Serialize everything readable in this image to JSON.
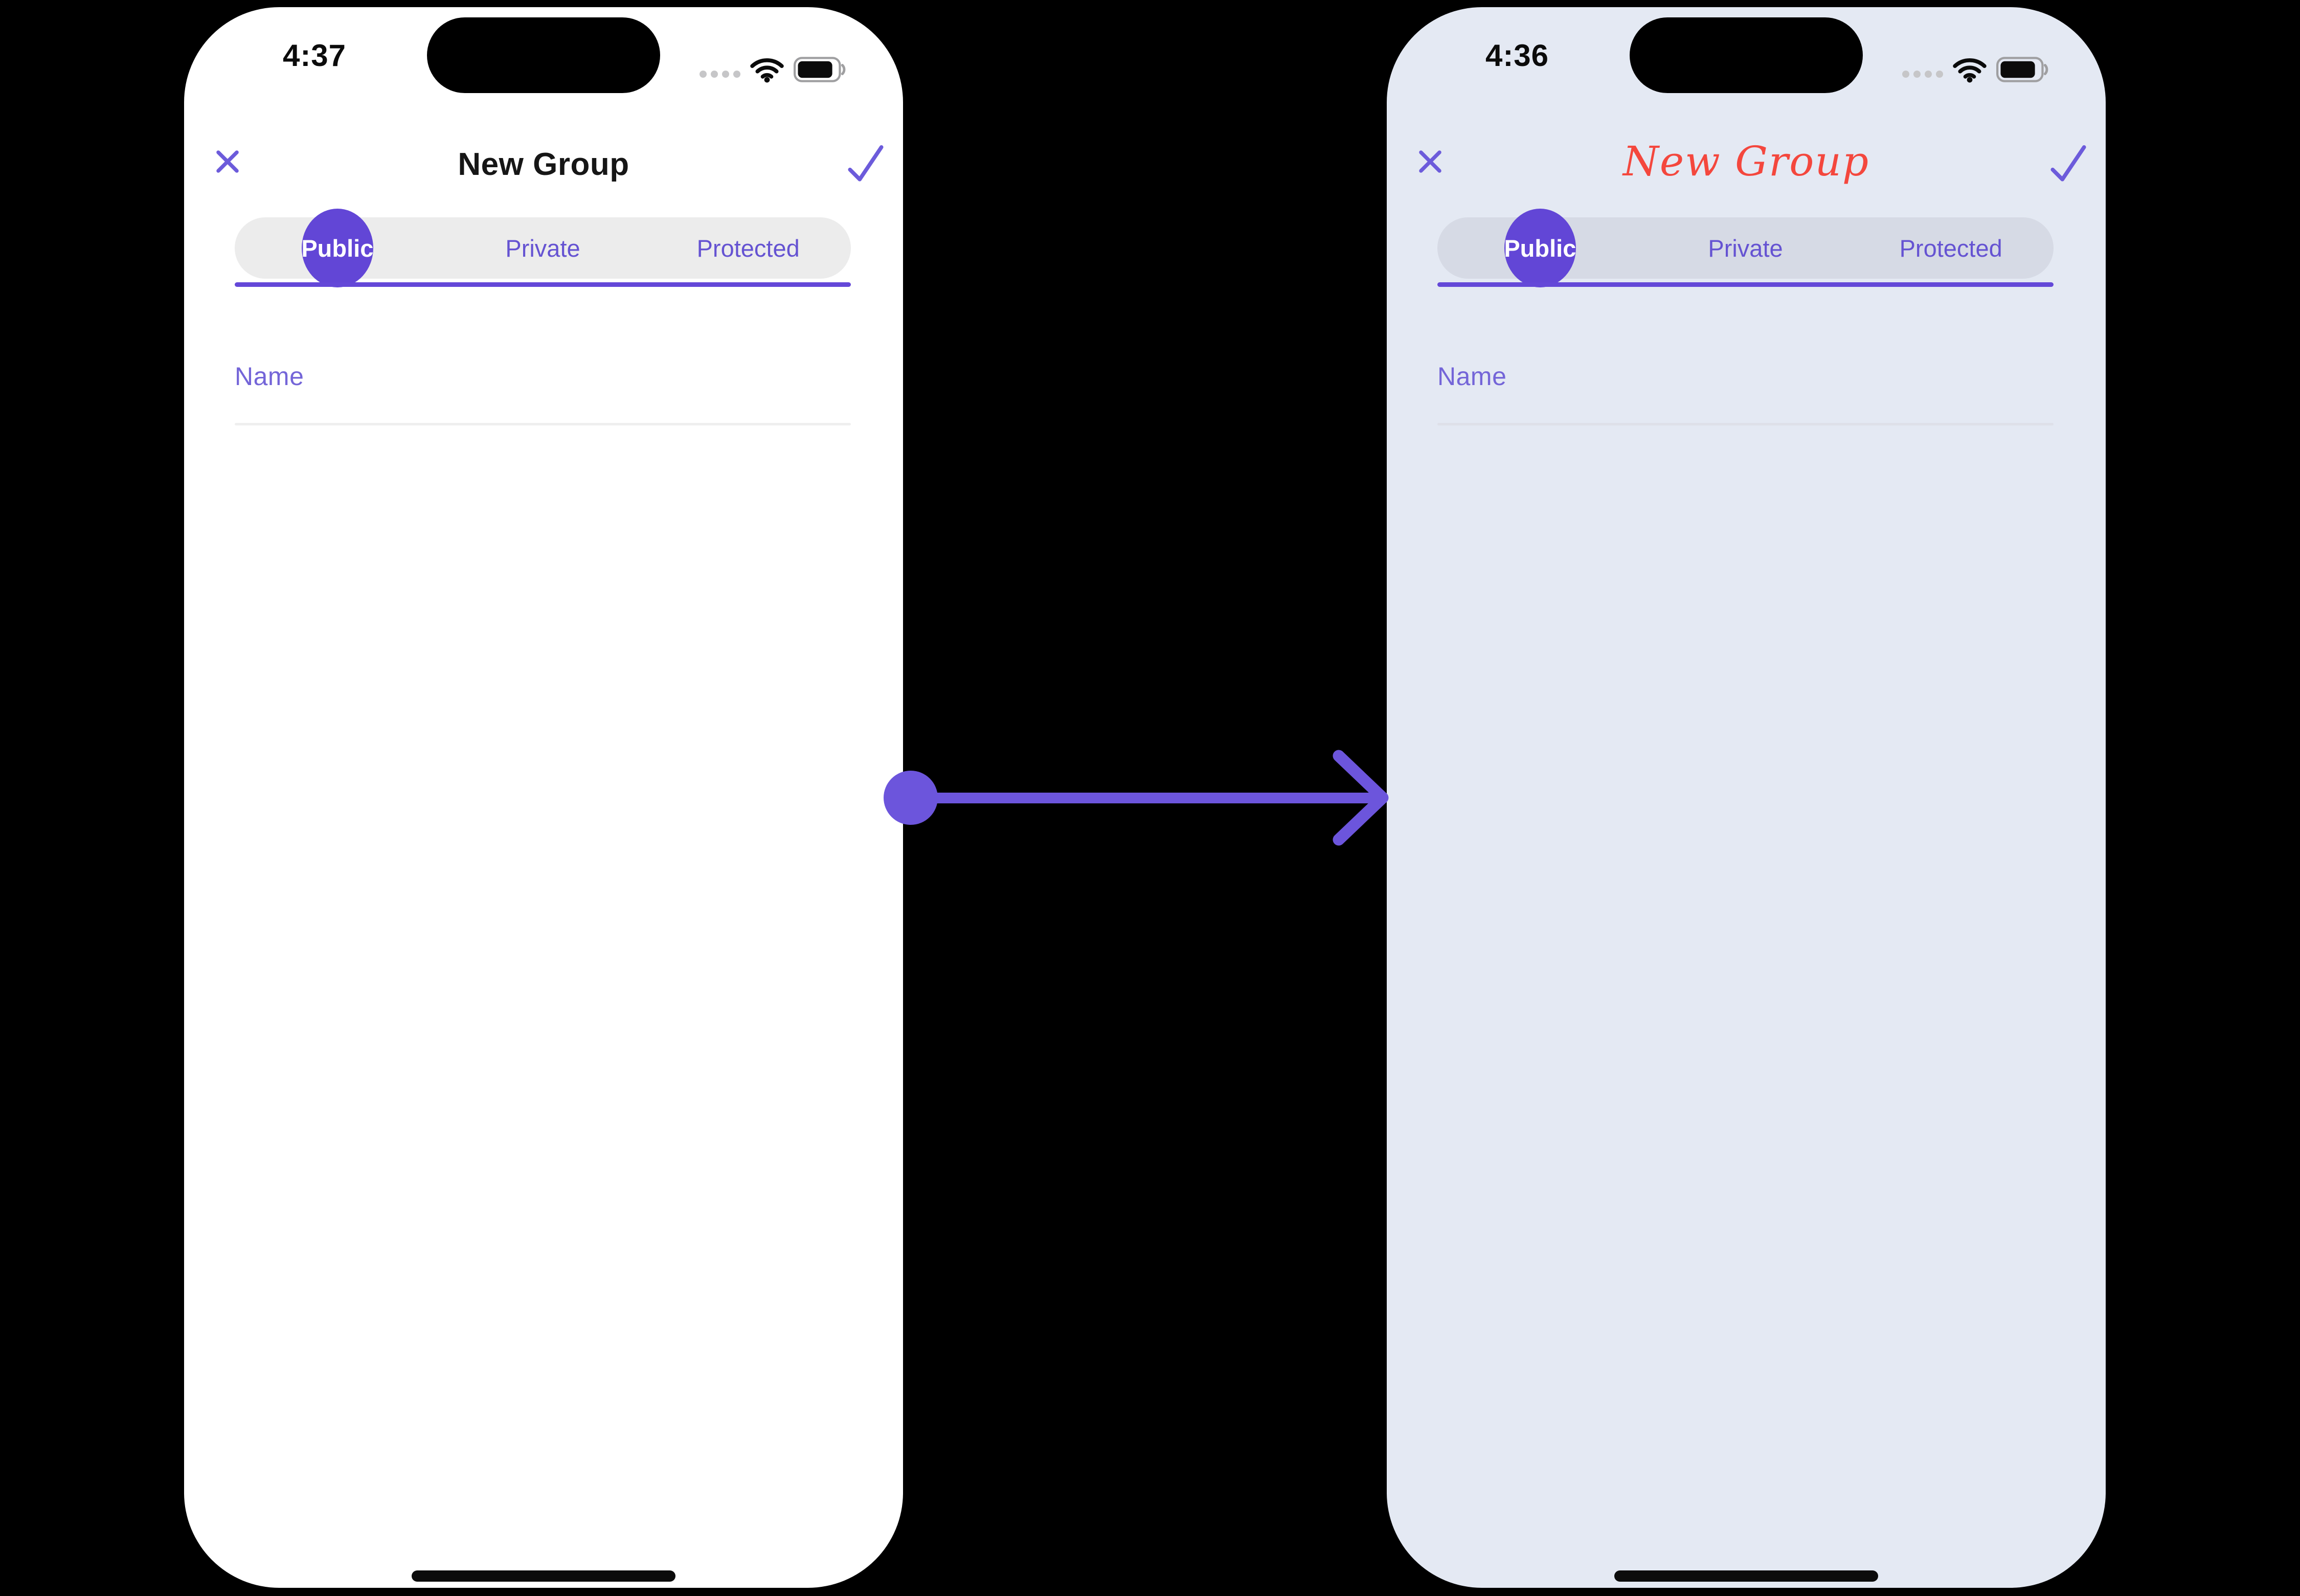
{
  "background_color": "#000000",
  "accent_purple": "#6448d8",
  "phones": {
    "left": {
      "status_bar": {
        "time": "4:37"
      },
      "header": {
        "close_label": "close",
        "title": "New Group",
        "title_color": "#161616",
        "confirm_label": "confirm"
      },
      "tabs": {
        "items": [
          "Public",
          "Private",
          "Protected"
        ],
        "selected": "Public",
        "indicator_color": "#6246d6"
      },
      "form": {
        "name_label": "Name"
      },
      "theme": {
        "background": "#ffffff",
        "segment_background": "#ececec",
        "field_line": "#efefef",
        "tab_text": "#6553d2",
        "underline": "#6448d8"
      }
    },
    "right": {
      "status_bar": {
        "time": "4:36"
      },
      "header": {
        "close_label": "close",
        "title": "New Group",
        "title_color": "#f4473d",
        "confirm_label": "confirm"
      },
      "tabs": {
        "items": [
          "Public",
          "Private",
          "Protected"
        ],
        "selected": "Public",
        "indicator_color": "#6246d6"
      },
      "form": {
        "name_label": "Name"
      },
      "theme": {
        "background": "#e4e9f3",
        "segment_background": "#d6dae5",
        "field_line": "#dee0e9",
        "tab_text": "#6553d2",
        "underline": "#6448d8"
      }
    }
  },
  "arrow": {
    "color": "#6c55dc",
    "direction": "left-to-right"
  }
}
